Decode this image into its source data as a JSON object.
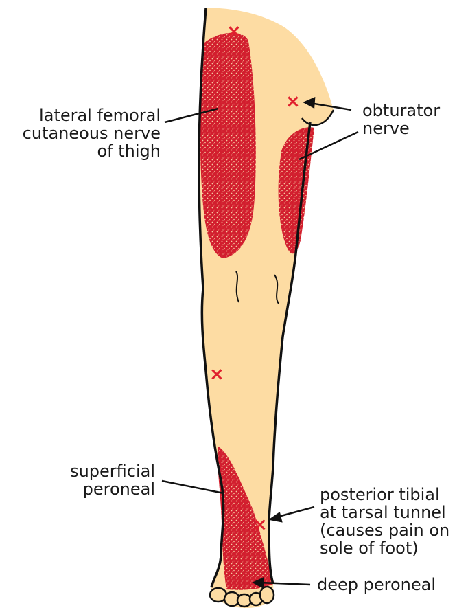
{
  "colors": {
    "skin": "#FDDCA3",
    "pain_region": "#D21E2E",
    "marker": "#E0202E",
    "outline": "#111111"
  },
  "labels": {
    "lateral_femoral": [
      "lateral femoral",
      "cutaneous nerve",
      "of thigh"
    ],
    "obturator": [
      "obturator",
      "nerve"
    ],
    "superficial_peroneal": [
      "superficial",
      "peroneal"
    ],
    "posterior_tibial": [
      "posterior tibial",
      "at tarsal tunnel",
      "(causes pain on",
      "sole of foot)"
    ],
    "deep_peroneal": [
      "deep peroneal"
    ]
  },
  "marker_symbol": "×"
}
